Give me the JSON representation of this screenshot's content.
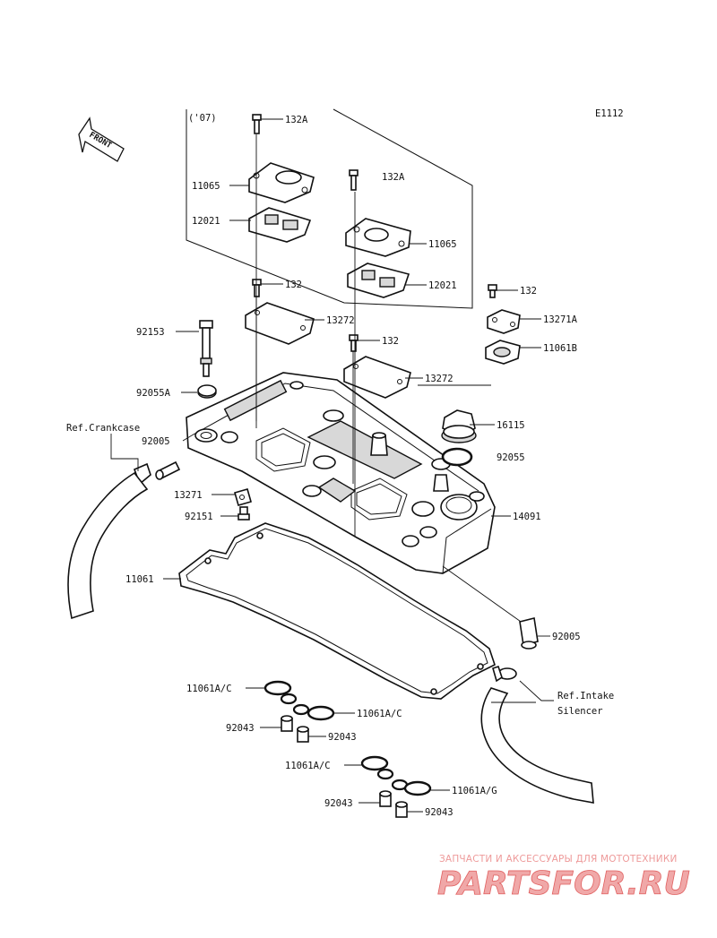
{
  "diagram_code": "E1112",
  "model_year_note": "('07)",
  "front_label": "FRONT",
  "labels": {
    "bolt_132a_top": "132A",
    "cover_11065_left": "11065",
    "gasket_12021_left": "12021",
    "bolt_132a_right": "132A",
    "cover_11065_right": "11065",
    "gasket_12021_right": "12021",
    "bolt_132_left": "132",
    "plate_13272_left": "13272",
    "bolt_132_mid": "132",
    "plate_13272_right": "13272",
    "bolt_132_far": "132",
    "cap_13271a": "13271A",
    "gasket_11061b": "11061B",
    "bolt_92153": "92153",
    "washer_92055a": "92055A",
    "ref_crankcase": "Ref.Crankcase",
    "fitting_92005_left": "92005",
    "cap_16115": "16115",
    "oring_92055": "92055",
    "bracket_13271": "13271",
    "bolt_92151": "92151",
    "head_cover_14091": "14091",
    "gasket_11061": "11061",
    "fitting_92005_right": "92005",
    "ref_intake": "Ref.Intake",
    "silencer": "Silencer",
    "seal_11061ac_1": "11061A/C",
    "seal_11061ac_2": "11061A/C",
    "collar_92043_1": "92043",
    "collar_92043_2": "92043",
    "seal_11061ac_3": "11061A/C",
    "seal_11061ag": "11061A/G",
    "collar_92043_3": "92043",
    "collar_92043_4": "92043"
  },
  "watermark": {
    "tagline": "ЗАПЧАСТИ И АКСЕССУАРЫ ДЛЯ МОТОТЕХНИКИ",
    "brand": "PARTSFOR.RU"
  },
  "colors": {
    "line": "#111111",
    "watermark_text": "#ee9a9a",
    "watermark_outline": "#e06060"
  }
}
